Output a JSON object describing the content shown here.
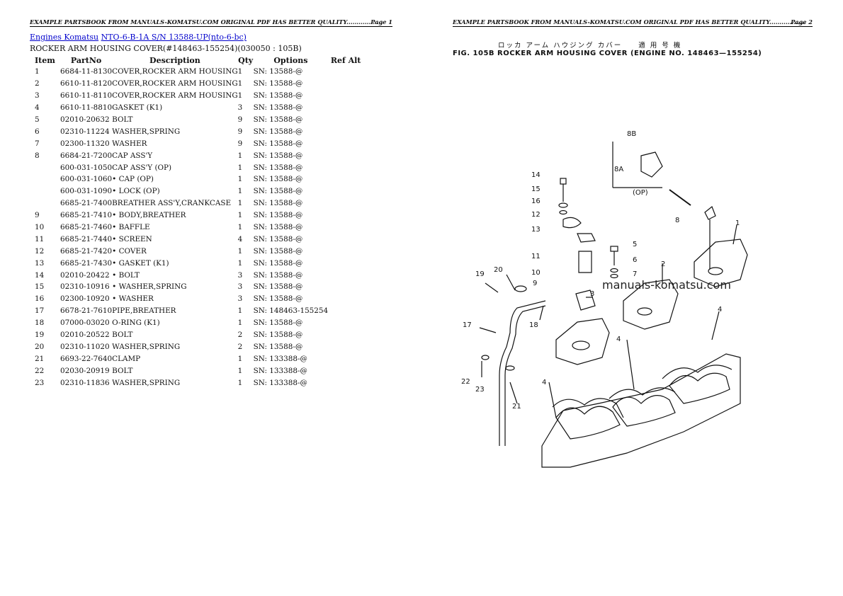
{
  "page1": {
    "header": "EXAMPLE PARTSBOOK FROM MANUALS-KOMATSU.COM ORIGINAL PDF HAS BETTER QUALITY..................",
    "page_label": "Page 1",
    "breadcrumb": {
      "engines_link": "Engines Komatsu",
      "model_link": "NTO-6-B-1A S/N 13588-UP(nto-6-bc)"
    },
    "subtitle": "ROCKER ARM HOUSING COVER(#148463-155254)(030050 : 105B)",
    "columns": [
      "Item",
      "PartNo",
      "Description",
      "Qty",
      "Options",
      "Ref Alt"
    ],
    "rows": [
      {
        "item": "1",
        "part": "6684-11-8130",
        "desc": "COVER,ROCKER ARM HOUSING",
        "qty": "1",
        "opt": "SN: 13588-@"
      },
      {
        "item": "2",
        "part": "6610-11-8120",
        "desc": "COVER,ROCKER ARM HOUSING",
        "qty": "1",
        "opt": "SN: 13588-@"
      },
      {
        "item": "3",
        "part": "6610-11-8110",
        "desc": "COVER,ROCKER ARM HOUSING",
        "qty": "1",
        "opt": "SN: 13588-@"
      },
      {
        "item": "4",
        "part": "6610-11-8810",
        "desc": "GASKET (K1)",
        "qty": "3",
        "opt": "SN: 13588-@"
      },
      {
        "item": "5",
        "part": "02010-20632",
        "desc": "BOLT",
        "qty": "9",
        "opt": "SN: 13588-@"
      },
      {
        "item": "6",
        "part": "02310-11224",
        "desc": "WASHER,SPRING",
        "qty": "9",
        "opt": "SN: 13588-@"
      },
      {
        "item": "7",
        "part": "02300-11320",
        "desc": "WASHER",
        "qty": "9",
        "opt": "SN: 13588-@"
      },
      {
        "item": "8",
        "part": "6684-21-7200",
        "desc": "CAP ASS'Y",
        "qty": "1",
        "opt": "SN: 13588-@"
      },
      {
        "item": "",
        "part": "600-031-1050",
        "desc": "CAP ASS'Y (OP)",
        "qty": "1",
        "opt": "SN: 13588-@"
      },
      {
        "item": "",
        "part": "600-031-1060",
        "desc": "• CAP (OP)",
        "qty": "1",
        "opt": "SN: 13588-@"
      },
      {
        "item": "",
        "part": "600-031-1090",
        "desc": "• LOCK (OP)",
        "qty": "1",
        "opt": "SN: 13588-@"
      },
      {
        "item": "",
        "part": "6685-21-7400",
        "desc": "BREATHER ASS'Y,CRANKCASE",
        "qty": "1",
        "opt": "SN: 13588-@"
      },
      {
        "item": "9",
        "part": "6685-21-7410",
        "desc": "• BODY,BREATHER",
        "qty": "1",
        "opt": "SN: 13588-@"
      },
      {
        "item": "10",
        "part": "6685-21-7460",
        "desc": "• BAFFLE",
        "qty": "1",
        "opt": "SN: 13588-@"
      },
      {
        "item": "11",
        "part": "6685-21-7440",
        "desc": "• SCREEN",
        "qty": "4",
        "opt": "SN: 13588-@"
      },
      {
        "item": "12",
        "part": "6685-21-7420",
        "desc": "• COVER",
        "qty": "1",
        "opt": "SN: 13588-@"
      },
      {
        "item": "13",
        "part": "6685-21-7430",
        "desc": "• GASKET (K1)",
        "qty": "1",
        "opt": "SN: 13588-@"
      },
      {
        "item": "14",
        "part": "02010-20422",
        "desc": "• BOLT",
        "qty": "3",
        "opt": "SN: 13588-@"
      },
      {
        "item": "15",
        "part": "02310-10916",
        "desc": "• WASHER,SPRING",
        "qty": "3",
        "opt": "SN: 13588-@"
      },
      {
        "item": "16",
        "part": "02300-10920",
        "desc": "• WASHER",
        "qty": "3",
        "opt": "SN: 13588-@"
      },
      {
        "item": "17",
        "part": "6678-21-7610",
        "desc": "PIPE,BREATHER",
        "qty": "1",
        "opt": "SN: 148463-155254"
      },
      {
        "item": "18",
        "part": "07000-03020",
        "desc": "O-RING (K1)",
        "qty": "1",
        "opt": "SN: 13588-@"
      },
      {
        "item": "19",
        "part": "02010-20522",
        "desc": "BOLT",
        "qty": "2",
        "opt": "SN: 13588-@"
      },
      {
        "item": "20",
        "part": "02310-11020",
        "desc": "WASHER,SPRING",
        "qty": "2",
        "opt": "SN: 13588-@"
      },
      {
        "item": "21",
        "part": "6693-22-7640",
        "desc": "CLAMP",
        "qty": "1",
        "opt": "SN: 133388-@"
      },
      {
        "item": "22",
        "part": "02030-20919",
        "desc": "BOLT",
        "qty": "1",
        "opt": "SN: 133388-@"
      },
      {
        "item": "23",
        "part": "02310-11836",
        "desc": "WASHER,SPRING",
        "qty": "1",
        "opt": "SN: 133388-@"
      }
    ]
  },
  "page2": {
    "header": "EXAMPLE PARTSBOOK FROM MANUALS-KOMATSU.COM ORIGINAL PDF HAS BETTER QUALITY..................",
    "page_label": "Page 2",
    "jp_title": "ロッカ アーム ハウジング カバー　　適 用 号 機",
    "fig_title": "FIG. 105B  ROCKER ARM HOUSING COVER (ENGINE NO. 148463—155254)",
    "watermark": "manuals-komatsu.com",
    "callouts": [
      "8B",
      "8A",
      "(OP)",
      "14",
      "15",
      "16",
      "12",
      "13",
      "11",
      "10",
      "9",
      "5",
      "6",
      "7",
      "8",
      "1",
      "2",
      "3",
      "4",
      "4",
      "4",
      "19",
      "20",
      "17",
      "18",
      "22",
      "23",
      "21"
    ]
  }
}
